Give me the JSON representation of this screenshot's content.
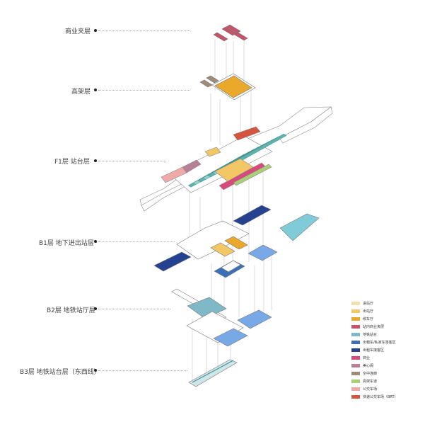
{
  "levels": [
    {
      "id": "mezz",
      "label": "商业夹层"
    },
    {
      "id": "elev",
      "label": "高架层"
    },
    {
      "id": "f1",
      "label": "F1层  站台层"
    },
    {
      "id": "b1",
      "label": "B1层  地下进出站层"
    },
    {
      "id": "b2",
      "label": "B2层  地铁站厅层"
    },
    {
      "id": "b3",
      "label": "B3层  地铁站台层（东西线）"
    }
  ],
  "legend": [
    {
      "label": "进站厅",
      "color": "#f6dfae"
    },
    {
      "label": "出站厅",
      "color": "#f3c766"
    },
    {
      "label": "候车厅",
      "color": "#eba92b"
    },
    {
      "label": "站内商业夹层",
      "color": "#c8526a"
    },
    {
      "label": "地铁站台",
      "color": "#7fb9c8"
    },
    {
      "label": "出租车/私家车落客区",
      "color": "#3c6fb8"
    },
    {
      "label": "出租车接客区",
      "color": "#24428f"
    },
    {
      "label": "商业",
      "color": "#d84a7b"
    },
    {
      "label": "美心阁",
      "color": "#b78096"
    },
    {
      "label": "空中连廊",
      "color": "#9e8c78"
    },
    {
      "label": "高架车道",
      "color": "#a9cf77"
    },
    {
      "label": "公交车场",
      "color": "#f0a9a9"
    },
    {
      "label": "快速公交车场（BRT）",
      "color": "#d4543d"
    }
  ],
  "colors": {
    "platform": "#5fb1ae",
    "track": "#8fd0c6",
    "outline": "#9a9a9a",
    "guide": "#bdbdbd",
    "plaza": "#7fcbd8",
    "dropoff_light": "#78a8e6"
  }
}
